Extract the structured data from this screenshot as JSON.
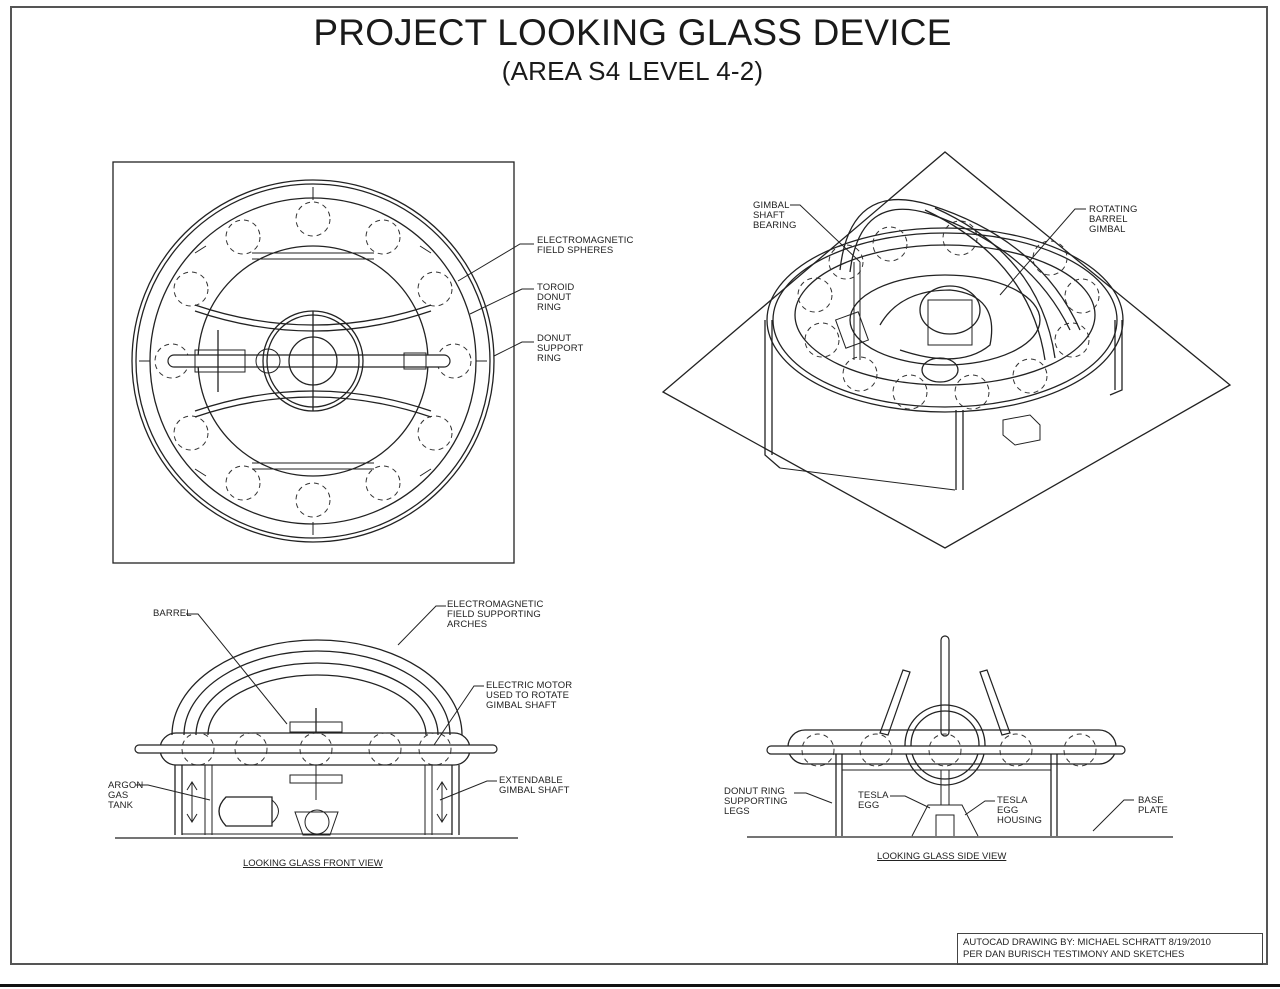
{
  "title": "PROJECT LOOKING GLASS DEVICE",
  "subtitle": "(AREA S4 LEVEL 4-2)",
  "views": {
    "top": {
      "labels": [
        "ELECTROMAGNETIC\nFIELD SPHERES",
        "TOROID\nDONUT\nRING",
        "DONUT\nSUPPORT\nRING"
      ]
    },
    "iso": {
      "labels": [
        "GIMBAL\nSHAFT\nBEARING",
        "ROTATING\nBARREL\nGIMBAL"
      ]
    },
    "front": {
      "caption": "LOOKING GLASS FRONT VIEW",
      "labels": [
        "BARREL",
        "ELECTROMAGNETIC\nFIELD SUPPORTING\nARCHES",
        "ELECTRIC MOTOR\nUSED TO ROTATE\nGIMBAL SHAFT",
        "ARGON\nGAS\nTANK",
        "EXTENDABLE\nGIMBAL SHAFT"
      ]
    },
    "side": {
      "caption": "LOOKING GLASS SIDE VIEW",
      "labels": [
        "DONUT RING\nSUPPORTING\nLEGS",
        "TESLA\nEGG",
        "TESLA\nEGG\nHOUSING",
        "BASE\nPLATE"
      ]
    }
  },
  "title_block": {
    "line1": "AUTOCAD DRAWING BY: MICHAEL SCHRATT 8/19/2010",
    "line2": "PER DAN BURISCH TESTIMONY AND SKETCHES"
  }
}
